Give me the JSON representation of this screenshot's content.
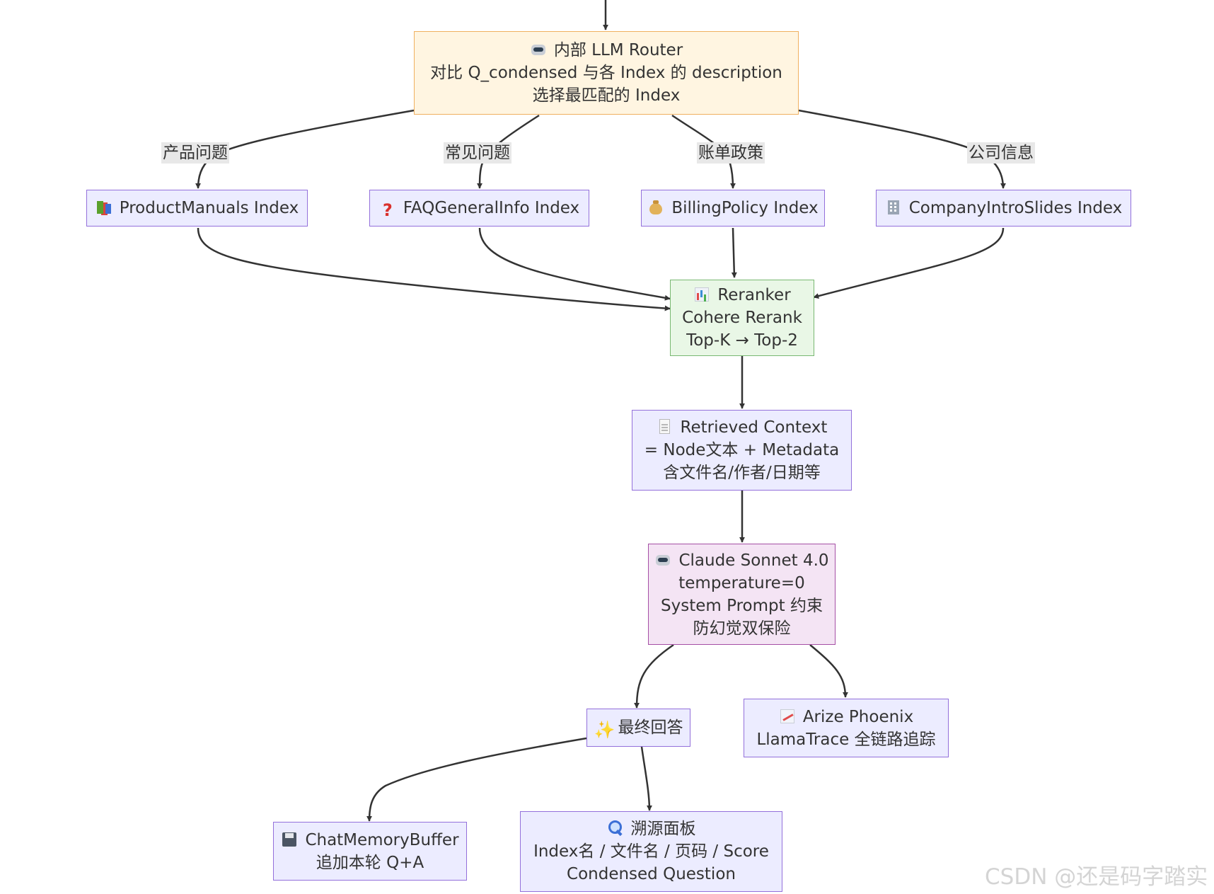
{
  "nodes": {
    "router": {
      "icon": "robot-icon",
      "lines": [
        "内部 LLM Router",
        "对比 Q_condensed 与各 Index 的 description",
        "选择最匹配的 Index"
      ]
    },
    "product_manuals": {
      "icon": "books-icon",
      "lines": [
        "ProductManuals Index"
      ]
    },
    "faq": {
      "icon": "question-mark-icon",
      "lines": [
        "FAQGeneralInfo Index"
      ]
    },
    "billing": {
      "icon": "money-bag-icon",
      "lines": [
        "BillingPolicy Index"
      ]
    },
    "company": {
      "icon": "office-building-icon",
      "lines": [
        "CompanyIntroSlides Index"
      ]
    },
    "reranker": {
      "icon": "bar-chart-icon",
      "lines": [
        "Reranker",
        "Cohere Rerank",
        "Top-K → Top-2"
      ]
    },
    "context": {
      "icon": "document-icon",
      "lines": [
        "Retrieved Context",
        "= Node文本 + Metadata",
        "含文件名/作者/日期等"
      ]
    },
    "llm": {
      "icon": "robot-icon",
      "lines": [
        "Claude Sonnet 4.0",
        "temperature=0",
        "System Prompt 约束",
        "防幻觉双保险"
      ]
    },
    "answer": {
      "icon": "sparkles-icon",
      "lines": [
        "最终回答"
      ]
    },
    "phoenix": {
      "icon": "trend-chart-icon",
      "lines": [
        "Arize Phoenix",
        "LlamaTrace 全链路追踪"
      ]
    },
    "memory": {
      "icon": "floppy-disk-icon",
      "lines": [
        "ChatMemoryBuffer",
        "追加本轮 Q+A"
      ]
    },
    "trace": {
      "icon": "magnifier-icon",
      "lines": [
        "溯源面板",
        "Index名 / 文件名 / 页码 / Score",
        "Condensed Question"
      ]
    }
  },
  "edge_labels": {
    "product": "产品问题",
    "faq": "常见问题",
    "billing": "账单政策",
    "company": "公司信息"
  },
  "colors": {
    "edge": "#333333",
    "default_fill": "#ececff",
    "default_stroke": "#9370db",
    "router_fill": "#fff5e1",
    "router_stroke": "#f0b060",
    "rerank_fill": "#e9f7e6",
    "rerank_stroke": "#79b872",
    "llm_fill": "#f4e4f4",
    "llm_stroke": "#a54fa5"
  },
  "watermark": "CSDN @还是码字踏实"
}
